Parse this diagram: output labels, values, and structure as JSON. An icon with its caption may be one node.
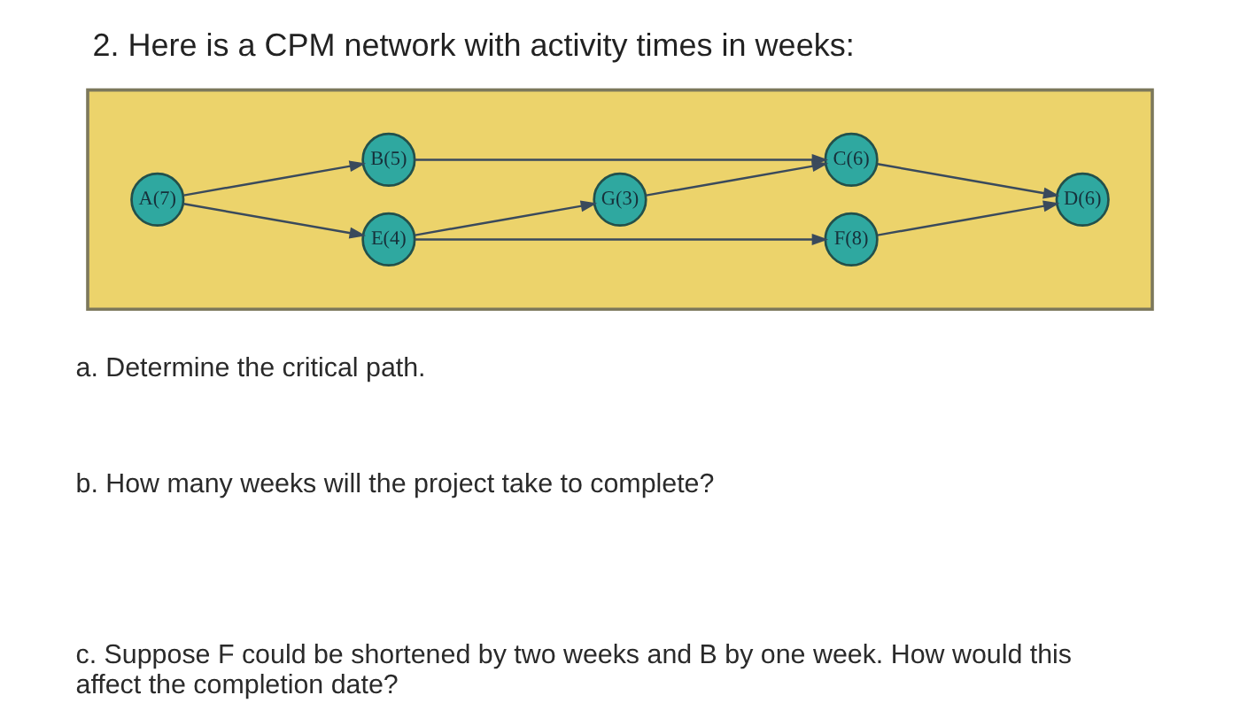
{
  "diagram": {
    "title": "2. Here is a CPM network with activity times in weeks:",
    "nodes": [
      {
        "text": [],
        "shape": "box"
      },
      {
        "text": [
          "A(7)"
        ],
        "in": 0
      },
      {
        "text": [
          "B(5)"
        ],
        "in": 0
      },
      {
        "text": [
          "E(4)"
        ],
        "in": 0
      },
      {
        "text": [
          "G(3)"
        ],
        "in": 0
      },
      {
        "text": [
          "C(6)"
        ],
        "in": 0
      },
      {
        "text": [
          "F(8)"
        ],
        "in": 0
      },
      {
        "text": [
          "D(6)"
        ],
        "in": 0
      }
    ],
    "edges": [
      {
        "from": 1,
        "to": 2,
        "arrow": "to"
      },
      {
        "from": 1,
        "to": 3,
        "arrow": "to"
      },
      {
        "from": 2,
        "to": 5,
        "arrow": "to"
      },
      {
        "from": 3,
        "to": 4,
        "arrow": "to"
      },
      {
        "from": 3,
        "to": 6,
        "arrow": "to"
      },
      {
        "from": 4,
        "to": 5,
        "arrow": "to"
      },
      {
        "from": 5,
        "to": 7,
        "arrow": "to"
      },
      {
        "from": 6,
        "to": 7,
        "arrow": "to"
      }
    ],
    "labels": [
      "a. Determine the critical path.",
      "b. How many weeks will the project take to complete?",
      "c. Suppose F could be shortened by two weeks and B by one week. How would this affect the completion date?"
    ]
  }
}
